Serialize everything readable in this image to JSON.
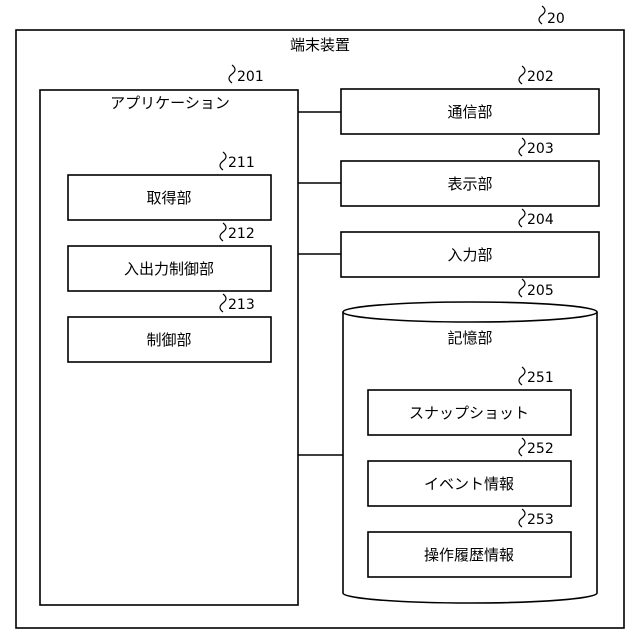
{
  "device": {
    "label": "端末装置",
    "ref": "20"
  },
  "application": {
    "label": "アプリケーション",
    "ref": "201"
  },
  "app_modules": [
    {
      "label": "取得部",
      "ref": "211"
    },
    {
      "label": "入出力制御部",
      "ref": "212"
    },
    {
      "label": "制御部",
      "ref": "213"
    }
  ],
  "units": [
    {
      "label": "通信部",
      "ref": "202"
    },
    {
      "label": "表示部",
      "ref": "203"
    },
    {
      "label": "入力部",
      "ref": "204"
    }
  ],
  "storage": {
    "label": "記憶部",
    "ref": "205"
  },
  "storage_items": [
    {
      "label": "スナップショット",
      "ref": "251"
    },
    {
      "label": "イベント情報",
      "ref": "252"
    },
    {
      "label": "操作履歴情報",
      "ref": "253"
    }
  ]
}
